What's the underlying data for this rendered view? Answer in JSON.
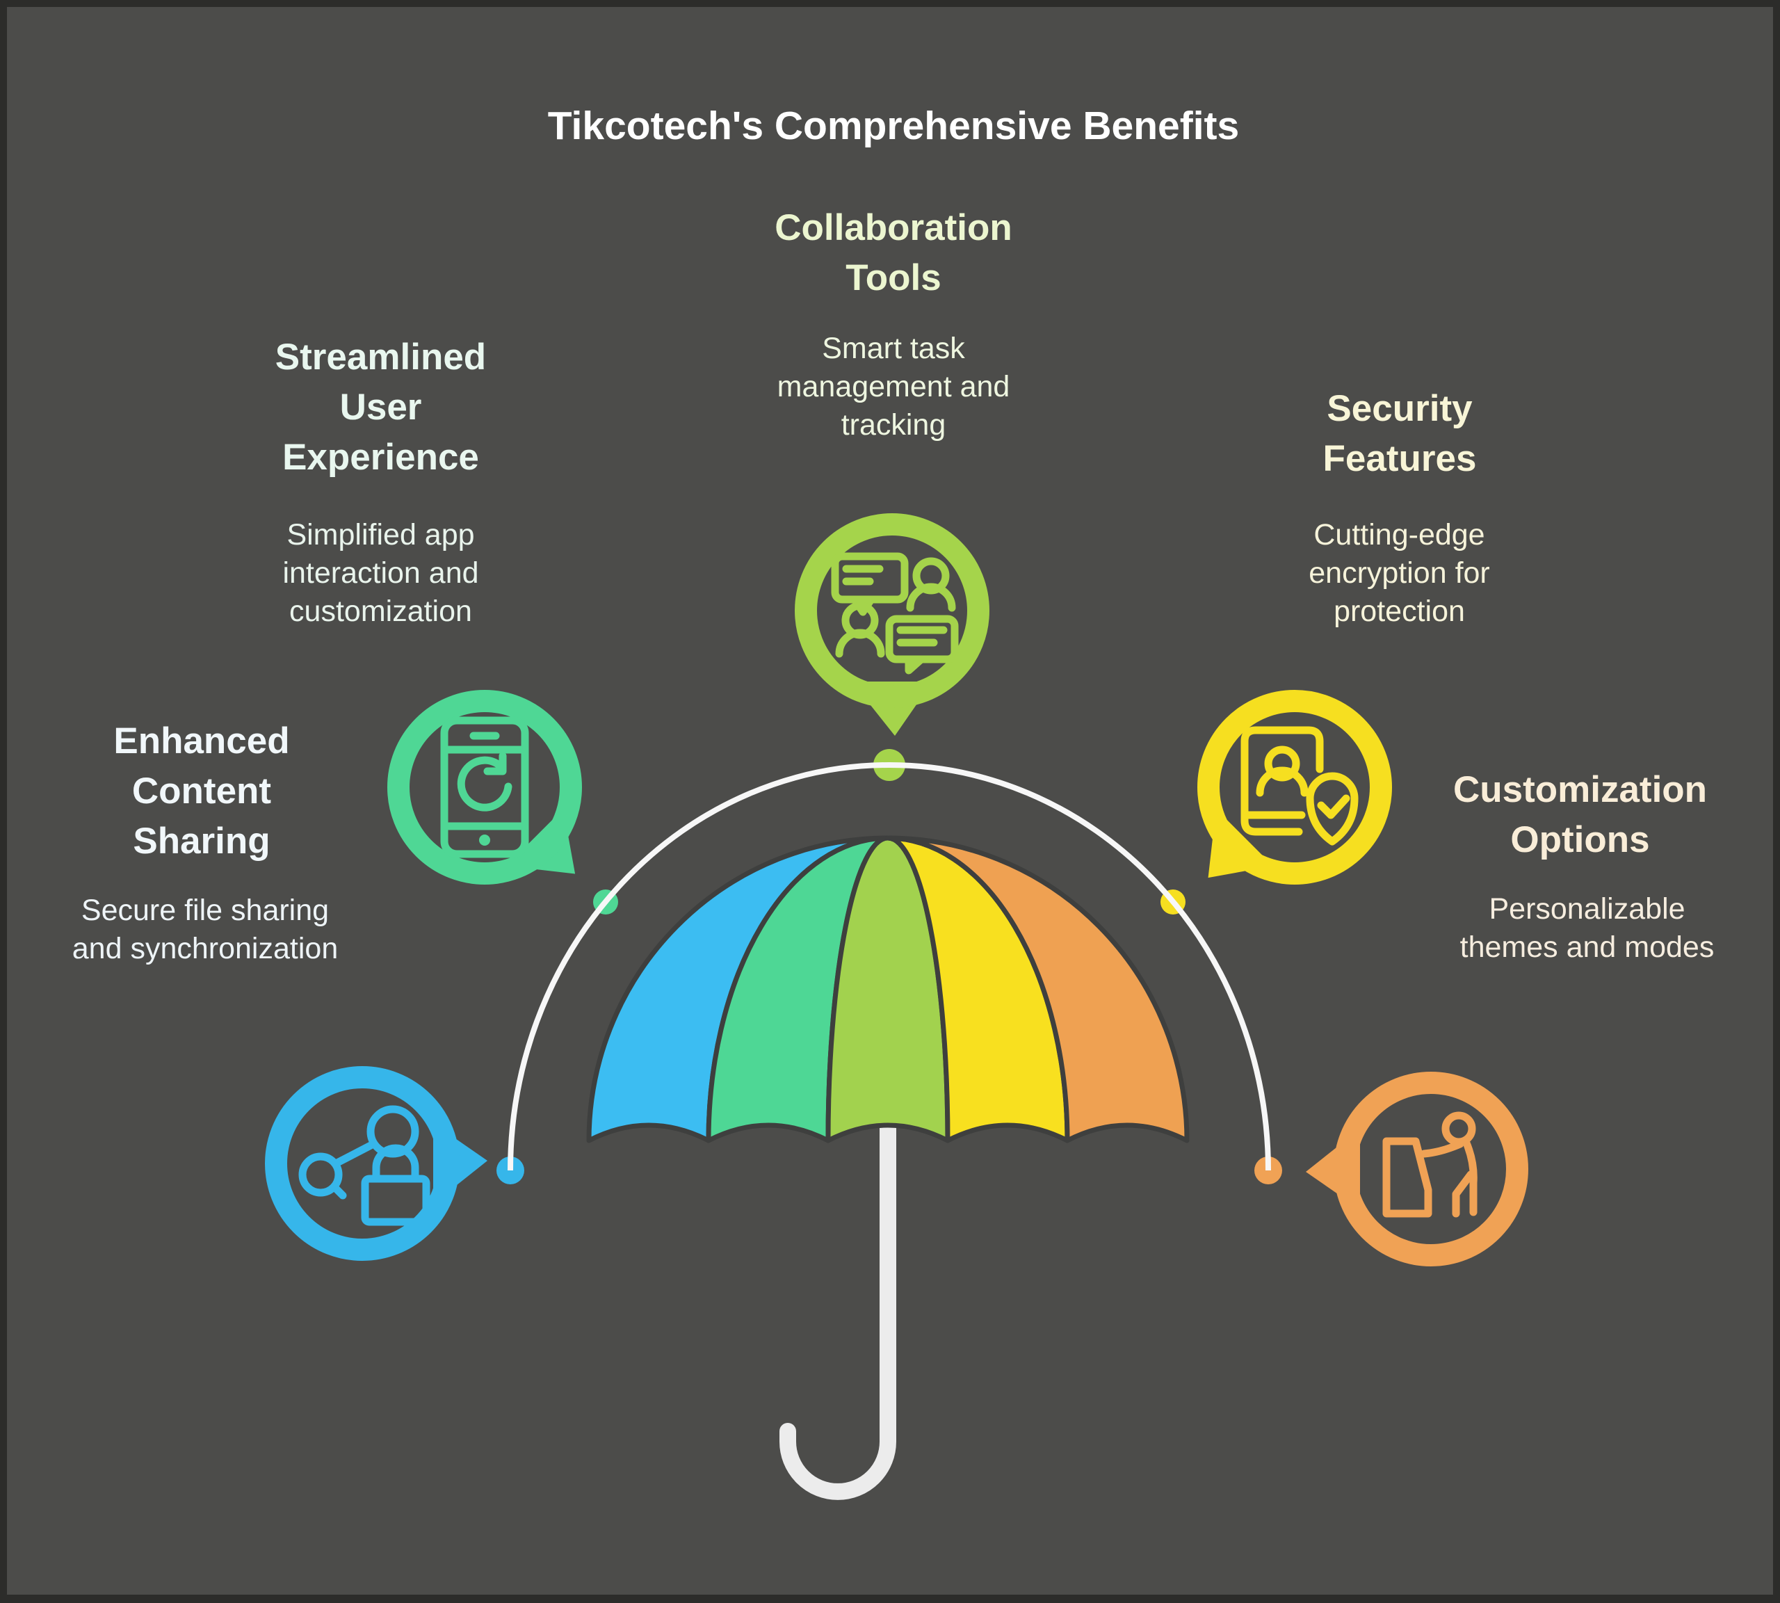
{
  "title": "Tikcotech's Comprehensive Benefits",
  "colors": {
    "background": "#4c4c4a",
    "frame_border": "#2c2c2a",
    "title_text": "#ffffff",
    "arc_line": "#f7f7f7",
    "umbrella_outline": "#3e3f3e",
    "umbrella_pole": "#ececec"
  },
  "benefits": [
    {
      "id": "collaboration-tools",
      "title": "Collaboration Tools",
      "description": "Smart task management and tracking",
      "accent": "#a5d44b",
      "title_color": "#ecf6d0",
      "desc_color": "#eef6e0",
      "icon": "chat-users-icon",
      "badge_pointer": "down"
    },
    {
      "id": "streamlined-user-experience",
      "title": "Streamlined User Experience",
      "description": "Simplified app interaction and customization",
      "accent": "#4fd795",
      "title_color": "#e9f7ef",
      "desc_color": "#e9f4ec",
      "icon": "phone-refresh-icon",
      "badge_pointer": "down-right"
    },
    {
      "id": "security-features",
      "title": "Security Features",
      "description": "Cutting-edge encryption for protection",
      "accent": "#f6df20",
      "title_color": "#f8f5d7",
      "desc_color": "#f6f3da",
      "icon": "id-shield-check-icon",
      "badge_pointer": "down-left"
    },
    {
      "id": "enhanced-content-sharing",
      "title": "Enhanced Content Sharing",
      "description": "Secure file sharing and synchronization",
      "accent": "#36b6ea",
      "title_color": "#f1f7fa",
      "desc_color": "#eef4f7",
      "icon": "share-lock-icon",
      "badge_pointer": "right"
    },
    {
      "id": "customization-options",
      "title": "Customization Options",
      "description": "Personalizable themes and modes",
      "accent": "#f0a255",
      "title_color": "#f9edd8",
      "desc_color": "#f6eddf",
      "icon": "kiosk-user-icon",
      "badge_pointer": "left"
    }
  ],
  "umbrella": {
    "panel_colors": [
      "#3cbdf2",
      "#4ed795",
      "#a2d24e",
      "#f8e01f",
      "#efa152"
    ],
    "pole_color": "#ececec",
    "outline_color": "#3e3f3e"
  },
  "arc": {
    "line_color": "#f7f7f7",
    "dots": [
      {
        "position": "left-end",
        "color": "#36b6ea"
      },
      {
        "position": "mid-left",
        "color": "#4fd795"
      },
      {
        "position": "apex",
        "color": "#a5d44b"
      },
      {
        "position": "mid-right",
        "color": "#f6df20"
      },
      {
        "position": "right-end",
        "color": "#f0a255"
      }
    ]
  }
}
